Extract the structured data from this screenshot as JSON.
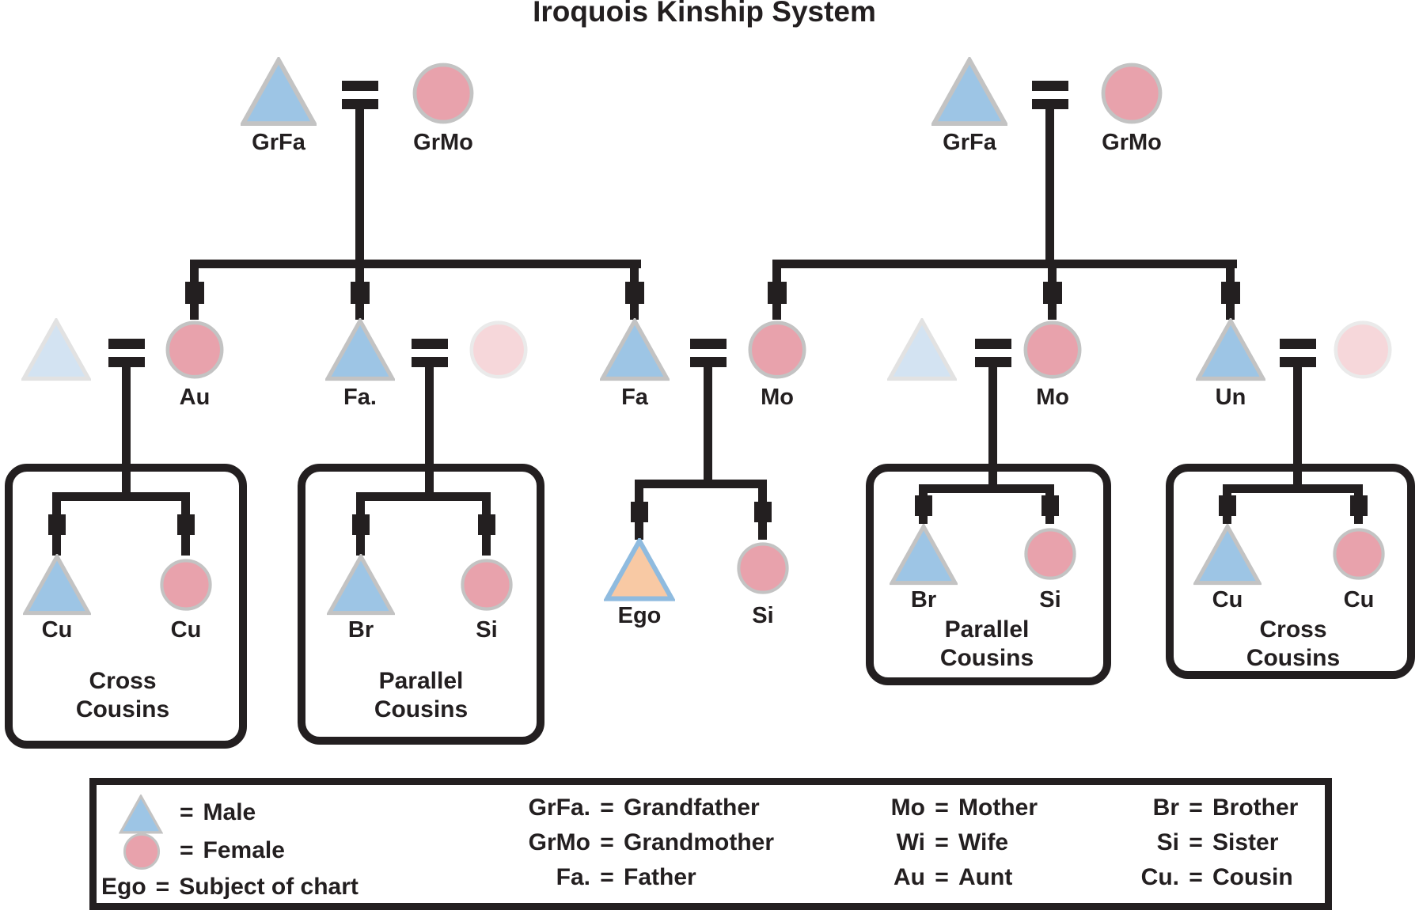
{
  "title": "Iroquois Kinship System",
  "colors": {
    "male": "#9dc5e5",
    "female": "#e8a2ac",
    "male_pale": "#d3e3f2",
    "female_pale": "#f6d7da",
    "ego_fill": "#f8c9a4",
    "ego_border": "#8fbbdf",
    "line_black": "#231f20",
    "symbol_outline": "#c3c3c3"
  },
  "generation_grandparents": {
    "left_grandfather": "GrFa",
    "left_grandmother": "GrMo",
    "right_grandfather": "GrFa",
    "right_grandmother": "GrMo"
  },
  "generation_parents": {
    "aunt": "Au",
    "father_brother": "Fa.",
    "father": "Fa",
    "mother": "Mo",
    "mother_sister": "Mo",
    "uncle": "Un"
  },
  "generation_children": {
    "cross_left_male": "Cu",
    "cross_left_female": "Cu",
    "parallel_left_male": "Br",
    "parallel_left_female": "Si",
    "ego": "Ego",
    "sister": "Si",
    "parallel_right_male": "Br",
    "parallel_right_female": "Si",
    "cross_right_male": "Cu",
    "cross_right_female": "Cu"
  },
  "group_captions": {
    "cross_left": [
      "Cross",
      "Cousins"
    ],
    "parallel_left": [
      "Parallel",
      "Cousins"
    ],
    "parallel_right": [
      "Parallel",
      "Cousins"
    ],
    "cross_right": [
      "Cross",
      "Cousins"
    ]
  },
  "legend": {
    "male": {
      "eq": "=",
      "term": "Male"
    },
    "female": {
      "eq": "=",
      "term": "Female"
    },
    "ego": {
      "abbr": "Ego",
      "eq": "=",
      "term": "Subject of chart"
    },
    "columns": [
      [
        {
          "abbr": "GrFa.",
          "eq": "=",
          "term": "Grandfather"
        },
        {
          "abbr": "GrMo",
          "eq": "=",
          "term": "Grandmother"
        },
        {
          "abbr": "Fa.",
          "eq": "=",
          "term": "Father"
        }
      ],
      [
        {
          "abbr": "Mo",
          "eq": "=",
          "term": "Mother"
        },
        {
          "abbr": "Wi",
          "eq": "=",
          "term": "Wife"
        },
        {
          "abbr": "Au",
          "eq": "=",
          "term": "Aunt"
        }
      ],
      [
        {
          "abbr": "Br",
          "eq": "=",
          "term": "Brother"
        },
        {
          "abbr": "Si",
          "eq": "=",
          "term": "Sister"
        },
        {
          "abbr": "Cu.",
          "eq": "=",
          "term": "Cousin"
        }
      ]
    ]
  }
}
